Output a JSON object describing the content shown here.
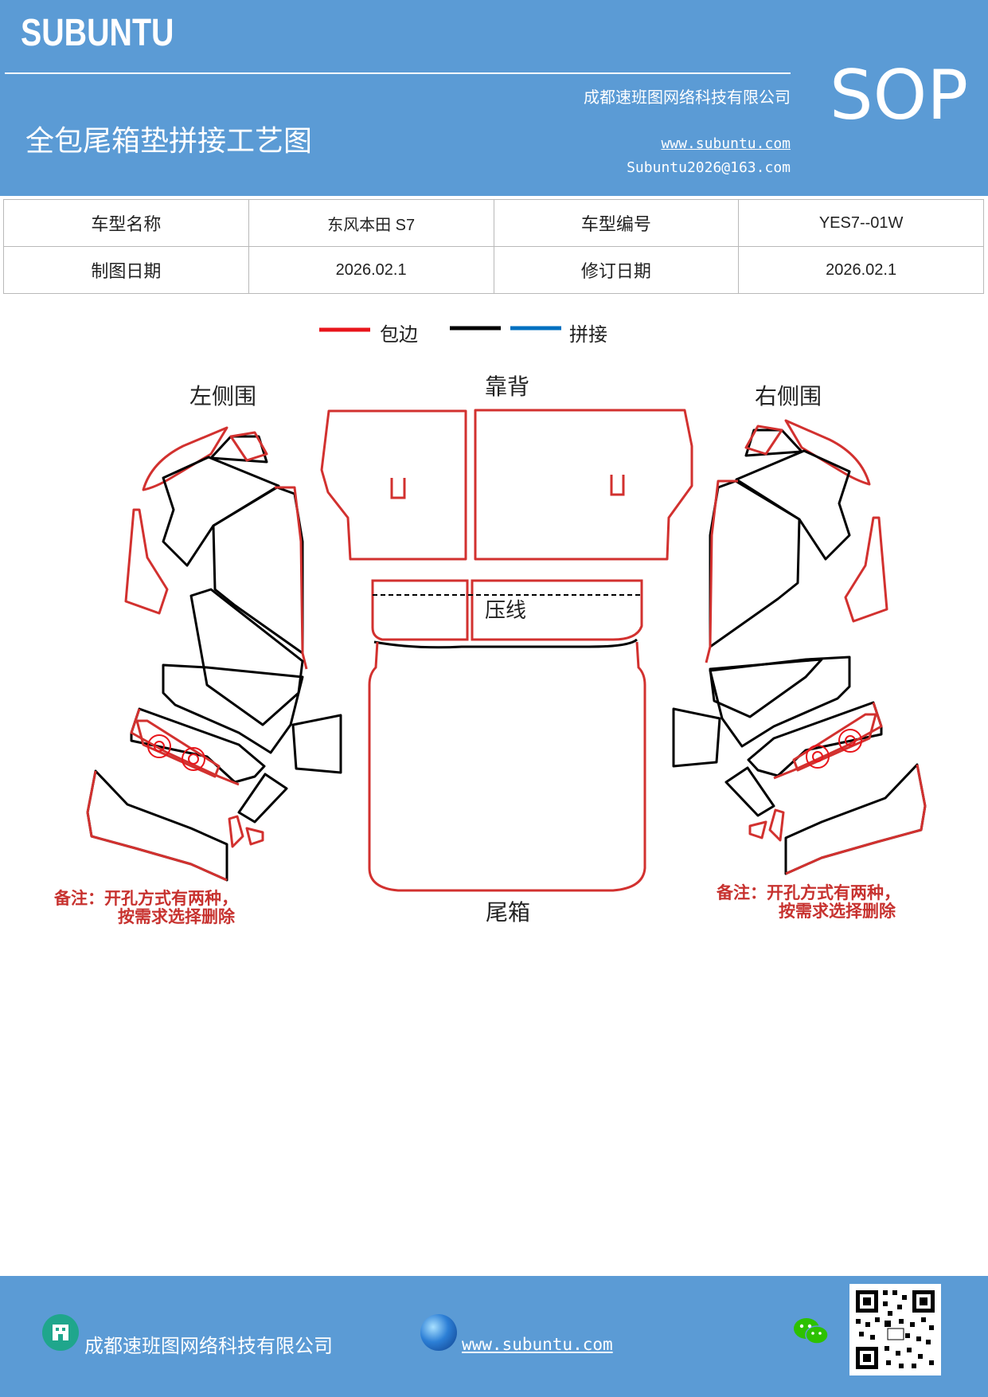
{
  "header": {
    "brand": "SUBUNTU",
    "company": "成都速班图网络科技有限公司",
    "title": "全包尾箱垫拼接工艺图",
    "website": "www.subuntu.com",
    "email": "Subuntu2026@163.com",
    "sop": "SOP"
  },
  "info_table": {
    "rows": [
      {
        "label1": "车型名称",
        "value1": "东风本田 S7",
        "label2": "车型编号",
        "value2": "YES7--01W"
      },
      {
        "label1": "制图日期",
        "value1": "2026.02.1",
        "label2": "修订日期",
        "value2": "2026.02.1"
      }
    ]
  },
  "legend": {
    "item1": "包边",
    "item2": "拼接",
    "colors": {
      "edge": "#e8151b",
      "black": "#000000",
      "blue": "#0070c0"
    }
  },
  "diagram": {
    "left_label": "左侧围",
    "back_label": "靠背",
    "right_label": "右侧围",
    "press_label": "压线",
    "trunk_label": "尾箱",
    "note_left_1": "备注：开孔方式有两种，",
    "note_left_2": "按需求选择删除",
    "note_right_1": "备注：开孔方式有两种，",
    "note_right_2": "按需求选择删除"
  },
  "footer": {
    "company": "成都速班图网络科技有限公司",
    "website": "www.subuntu.com",
    "icons": [
      "building-icon",
      "globe-icon",
      "wechat-icon",
      "qr-code"
    ]
  }
}
